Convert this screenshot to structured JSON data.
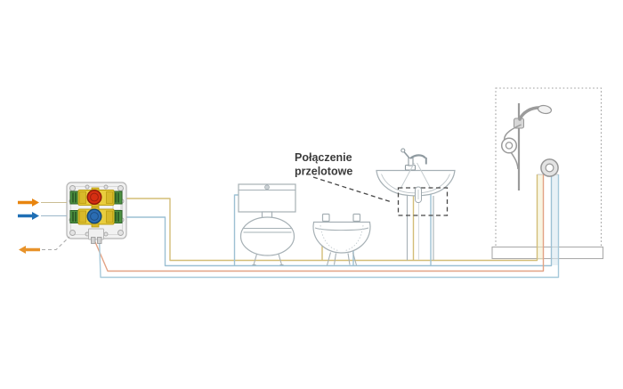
{
  "annotation": {
    "label_line1": "Połączenie",
    "label_line2": "przelotowe"
  },
  "colors": {
    "hot_arrow": "#E8850F",
    "cold_arrow": "#1F6FB5",
    "return_arrow": "#E8932A",
    "pipe_hot_supply": "#D3BD77",
    "pipe_cold_supply": "#9CC0D3",
    "pipe_hot_direct": "#E2A284",
    "pipe_cold_direct": "#A6C9DA",
    "valve_hot_knob": "#D62F12",
    "valve_cold_knob": "#2A6CB3",
    "valve_body": "#E9CD3E",
    "valve_coupling": "#4D9141"
  },
  "components": {
    "manifold": "manifold-box",
    "fixtures": [
      "toilet",
      "bidet",
      "washbasin",
      "shower"
    ]
  }
}
